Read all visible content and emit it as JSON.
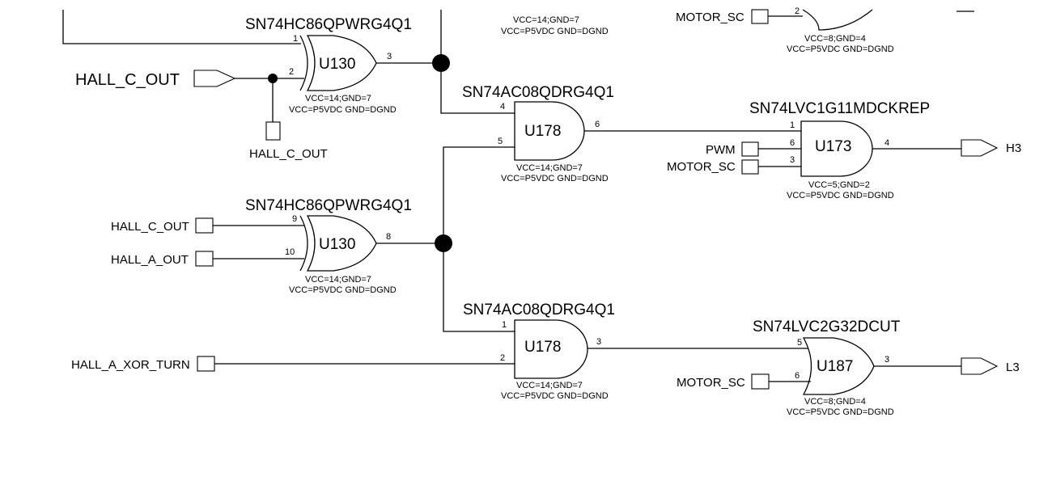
{
  "top": {
    "gate_pwr1": "VCC=14;GND=7",
    "gate_pwr2": "VCC=P5VDC GND=DGND",
    "motor_net": "MOTOR_SC",
    "motor_pin": "2",
    "or_pwr1": "VCC=8;GND=4",
    "or_pwr2": "VCC=P5VDC GND=DGND"
  },
  "x1": {
    "part": "SN74HC86QPWRG4Q1",
    "ref": "U130",
    "pin_a": "1",
    "pin_b": "2",
    "pin_y": "3",
    "pwr1": "VCC=14;GND=7",
    "pwr2": "VCC=P5VDC GND=DGND",
    "in_net": "HALL_C_OUT",
    "tap_net": "HALL_C_OUT"
  },
  "x2": {
    "part": "SN74HC86QPWRG4Q1",
    "ref": "U130",
    "pin_a": "9",
    "pin_b": "10",
    "pin_y": "8",
    "pwr1": "VCC=14;GND=7",
    "pwr2": "VCC=P5VDC GND=DGND",
    "net_a": "HALL_C_OUT",
    "net_b": "HALL_A_OUT"
  },
  "a1": {
    "part": "SN74AC08QDRG4Q1",
    "ref": "U178",
    "pin_a": "4",
    "pin_b": "5",
    "pin_y": "6",
    "pwr1": "VCC=14;GND=7",
    "pwr2": "VCC=P5VDC GND=DGND"
  },
  "a2": {
    "part": "SN74AC08QDRG4Q1",
    "ref": "U178",
    "pin_a": "1",
    "pin_b": "2",
    "pin_y": "3",
    "pwr1": "VCC=14;GND=7",
    "pwr2": "VCC=P5VDC GND=DGND",
    "net_b": "HALL_A_XOR_TURN"
  },
  "u173": {
    "part": "SN74LVC1G11MDCKREP",
    "ref": "U173",
    "pin_1": "1",
    "pin_6": "6",
    "pin_3": "3",
    "pin_y": "4",
    "pwr1": "VCC=5;GND=2",
    "pwr2": "VCC=P5VDC GND=DGND",
    "net_pwm": "PWM",
    "net_motor": "MOTOR_SC",
    "out_net": "H3"
  },
  "u187": {
    "part": "SN74LVC2G32DCUT",
    "ref": "U187",
    "pin_a": "5",
    "pin_b": "6",
    "pin_y": "3",
    "pwr1": "VCC=8;GND=4",
    "pwr2": "VCC=P5VDC GND=DGND",
    "net_motor": "MOTOR_SC",
    "out_net": "L3"
  }
}
